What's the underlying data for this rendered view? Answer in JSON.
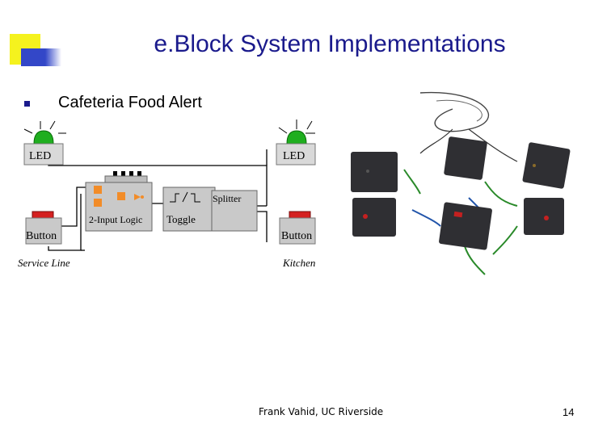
{
  "slide": {
    "title": "e.Block System Implementations",
    "bullet": "Cafeteria Food Alert",
    "footer": "Frank Vahid, UC Riverside",
    "page_number": "14"
  },
  "diagram": {
    "led_left": "LED",
    "led_right": "LED",
    "button_left": "Button",
    "button_right": "Button",
    "logic": "2-Input Logic",
    "toggle": "Toggle",
    "splitter": "Splitter",
    "caption_left": "Service Line",
    "caption_right": "Kitchen"
  },
  "colors": {
    "title_blue": "#1a1a8c",
    "led_green": "#1fae1f",
    "button_red": "#d42020",
    "wire": "#000000"
  }
}
